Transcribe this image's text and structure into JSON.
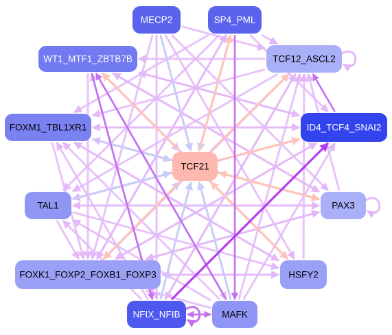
{
  "diagram": {
    "type": "gene regulatory network",
    "nodes": [
      {
        "id": "MECP2",
        "label": "MECP2",
        "fill": "#5a63ee",
        "text_color": "#ffffff"
      },
      {
        "id": "SP4_PML",
        "label": "SP4_PML",
        "fill": "#5a63ee",
        "text_color": "#ffffff"
      },
      {
        "id": "WT1_MTF1_ZBTB7B",
        "label": "WT1_MTF1_ZBTB7B",
        "fill": "#717af0",
        "text_color": "#ffffff"
      },
      {
        "id": "TCF12_ASCL2",
        "label": "TCF12_ASCL2",
        "fill": "#aab0f7",
        "text_color": "#000000"
      },
      {
        "id": "FOXM1_TBL1XR1",
        "label": "FOXM1_TBL1XR1",
        "fill": "#7a82f2",
        "text_color": "#000000"
      },
      {
        "id": "ID4_TCF4_SNAI2",
        "label": "ID4_TCF4_SNAI2",
        "fill": "#3344ee",
        "text_color": "#ffffff"
      },
      {
        "id": "TCF21",
        "label": "TCF21",
        "fill": "#ffb8b0",
        "text_color": "#000000"
      },
      {
        "id": "TAL1",
        "label": "TAL1",
        "fill": "#8f96f4",
        "text_color": "#000000"
      },
      {
        "id": "PAX3",
        "label": "PAX3",
        "fill": "#aab0f7",
        "text_color": "#000000"
      },
      {
        "id": "FOXK1_FOXP2_FOXB1_FOXP3",
        "label": "FOXK1_FOXP2_FOXB1_FOXP3",
        "fill": "#9aa0f5",
        "text_color": "#000000"
      },
      {
        "id": "HSFY2",
        "label": "HSFY2",
        "fill": "#9aa0f5",
        "text_color": "#000000"
      },
      {
        "id": "NFIX_NFIB",
        "label": "NFIX_NFIB",
        "fill": "#4d58ee",
        "text_color": "#ffffff"
      },
      {
        "id": "MAFK",
        "label": "MAFK",
        "fill": "#8e95f4",
        "text_color": "#000000"
      }
    ],
    "edge_colors": {
      "light_purple": "#e3b8f8",
      "purple": "#c471ef",
      "strong_purple": "#b53bf0",
      "light_blue": "#c8cdf8",
      "peach": "#ffc4b8"
    },
    "edges": [
      {
        "from": "MECP2",
        "to": "TCF21",
        "color": "light_blue"
      },
      {
        "from": "MECP2",
        "to": "HSFY2",
        "color": "light_purple"
      },
      {
        "from": "MECP2",
        "to": "PAX3",
        "color": "light_purple"
      },
      {
        "from": "MECP2",
        "to": "FOXK1_FOXP2_FOXB1_FOXP3",
        "color": "light_purple"
      },
      {
        "from": "MECP2",
        "to": "TCF12_ASCL2",
        "color": "light_purple"
      },
      {
        "from": "SP4_PML",
        "to": "TCF21",
        "color": "light_blue"
      },
      {
        "from": "SP4_PML",
        "to": "MAFK",
        "color": "purple"
      },
      {
        "from": "SP4_PML",
        "to": "FOXK1_FOXP2_FOXB1_FOXP3",
        "color": "light_purple"
      },
      {
        "from": "SP4_PML",
        "to": "ID4_TCF4_SNAI2",
        "color": "light_purple"
      },
      {
        "from": "SP4_PML",
        "to": "TCF12_ASCL2",
        "color": "light_purple"
      },
      {
        "from": "SP4_PML",
        "to": "TAL1",
        "color": "light_purple"
      },
      {
        "from": "SP4_PML",
        "to": "FOXM1_TBL1XR1",
        "color": "light_purple"
      },
      {
        "from": "WT1_MTF1_ZBTB7B",
        "to": "TCF21",
        "color": "light_purple"
      },
      {
        "from": "WT1_MTF1_ZBTB7B",
        "to": "NFIX_NFIB",
        "color": "purple"
      },
      {
        "from": "WT1_MTF1_ZBTB7B",
        "to": "HSFY2",
        "color": "light_purple"
      },
      {
        "from": "WT1_MTF1_ZBTB7B",
        "to": "PAX3",
        "color": "light_purple"
      },
      {
        "from": "WT1_MTF1_ZBTB7B",
        "to": "ID4_TCF4_SNAI2",
        "color": "light_purple"
      },
      {
        "from": "WT1_MTF1_ZBTB7B",
        "to": "MAFK",
        "color": "light_purple"
      },
      {
        "from": "TCF12_ASCL2",
        "to": "FOXK1_FOXP2_FOXB1_FOXP3",
        "color": "light_purple"
      },
      {
        "from": "TCF12_ASCL2",
        "to": "NFIX_NFIB",
        "color": "light_purple"
      },
      {
        "from": "TCF12_ASCL2",
        "to": "TAL1",
        "color": "light_purple"
      },
      {
        "from": "TCF12_ASCL2",
        "to": "WT1_MTF1_ZBTB7B",
        "color": "light_purple"
      },
      {
        "from": "TCF12_ASCL2",
        "to": "FOXM1_TBL1XR1",
        "color": "light_purple"
      },
      {
        "from": "TCF21",
        "to": "TCF12_ASCL2",
        "color": "peach"
      },
      {
        "from": "TCF21",
        "to": "SP4_PML",
        "color": "peach"
      },
      {
        "from": "TCF21",
        "to": "WT1_MTF1_ZBTB7B",
        "color": "peach"
      },
      {
        "from": "TCF21",
        "to": "ID4_TCF4_SNAI2",
        "color": "peach"
      },
      {
        "from": "TCF21",
        "to": "PAX3",
        "color": "peach"
      },
      {
        "from": "TCF21",
        "to": "HSFY2",
        "color": "peach"
      },
      {
        "from": "TCF21",
        "to": "FOXK1_FOXP2_FOXB1_FOXP3",
        "color": "peach"
      },
      {
        "from": "FOXM1_TBL1XR1",
        "to": "TCF21",
        "color": "light_blue"
      },
      {
        "from": "FOXM1_TBL1XR1",
        "to": "PAX3",
        "color": "light_purple"
      },
      {
        "from": "FOXM1_TBL1XR1",
        "to": "HSFY2",
        "color": "light_purple"
      },
      {
        "from": "FOXM1_TBL1XR1",
        "to": "ID4_TCF4_SNAI2",
        "color": "light_purple"
      },
      {
        "from": "FOXM1_TBL1XR1",
        "to": "FOXK1_FOXP2_FOXB1_FOXP3",
        "color": "light_purple"
      },
      {
        "from": "ID4_TCF4_SNAI2",
        "to": "TCF12_ASCL2",
        "color": "purple"
      },
      {
        "from": "ID4_TCF4_SNAI2",
        "to": "FOXM1_TBL1XR1",
        "color": "light_purple"
      },
      {
        "from": "ID4_TCF4_SNAI2",
        "to": "FOXK1_FOXP2_FOXB1_FOXP3",
        "color": "light_purple"
      },
      {
        "from": "ID4_TCF4_SNAI2",
        "to": "TAL1",
        "color": "light_purple"
      },
      {
        "from": "ID4_TCF4_SNAI2",
        "to": "WT1_MTF1_ZBTB7B",
        "color": "light_purple"
      },
      {
        "from": "TAL1",
        "to": "TCF21",
        "color": "light_blue"
      },
      {
        "from": "TAL1",
        "to": "HSFY2",
        "color": "light_purple"
      },
      {
        "from": "TAL1",
        "to": "PAX3",
        "color": "light_purple"
      },
      {
        "from": "TAL1",
        "to": "FOXK1_FOXP2_FOXB1_FOXP3",
        "color": "light_purple"
      },
      {
        "from": "TAL1",
        "to": "ID4_TCF4_SNAI2",
        "color": "light_purple"
      },
      {
        "from": "PAX3",
        "to": "TCF21",
        "color": "peach"
      },
      {
        "from": "PAX3",
        "to": "FOXK1_FOXP2_FOXB1_FOXP3",
        "color": "light_purple"
      },
      {
        "from": "PAX3",
        "to": "TAL1",
        "color": "light_purple"
      },
      {
        "from": "PAX3",
        "to": "WT1_MTF1_ZBTB7B",
        "color": "light_purple"
      },
      {
        "from": "PAX3",
        "to": "FOXM1_TBL1XR1",
        "color": "light_purple"
      },
      {
        "from": "PAX3",
        "to": "TCF12_ASCL2",
        "color": "light_purple"
      },
      {
        "from": "FOXK1_FOXP2_FOXB1_FOXP3",
        "to": "TCF21",
        "color": "light_blue"
      },
      {
        "from": "FOXK1_FOXP2_FOXB1_FOXP3",
        "to": "HSFY2",
        "color": "light_purple"
      },
      {
        "from": "FOXK1_FOXP2_FOXB1_FOXP3",
        "to": "TCF12_ASCL2",
        "color": "light_purple"
      },
      {
        "from": "FOXK1_FOXP2_FOXB1_FOXP3",
        "to": "ID4_TCF4_SNAI2",
        "color": "light_purple"
      },
      {
        "from": "FOXK1_FOXP2_FOXB1_FOXP3",
        "to": "PAX3",
        "color": "light_purple"
      },
      {
        "from": "FOXK1_FOXP2_FOXB1_FOXP3",
        "to": "SP4_PML",
        "color": "light_purple"
      },
      {
        "from": "HSFY2",
        "to": "FOXK1_FOXP2_FOXB1_FOXP3",
        "color": "light_purple"
      },
      {
        "from": "HSFY2",
        "to": "FOXM1_TBL1XR1",
        "color": "light_purple"
      },
      {
        "from": "HSFY2",
        "to": "TCF12_ASCL2",
        "color": "light_purple"
      },
      {
        "from": "HSFY2",
        "to": "WT1_MTF1_ZBTB7B",
        "color": "light_purple"
      },
      {
        "from": "HSFY2",
        "to": "TCF21",
        "color": "peach"
      },
      {
        "from": "NFIX_NFIB",
        "to": "TCF21",
        "color": "light_blue"
      },
      {
        "from": "NFIX_NFIB",
        "to": "ID4_TCF4_SNAI2",
        "color": "strong_purple"
      },
      {
        "from": "NFIX_NFIB",
        "to": "MAFK",
        "color": "purple"
      },
      {
        "from": "NFIX_NFIB",
        "to": "FOXM1_TBL1XR1",
        "color": "light_purple"
      },
      {
        "from": "NFIX_NFIB",
        "to": "TCF12_ASCL2",
        "color": "light_purple"
      },
      {
        "from": "NFIX_NFIB",
        "to": "WT1_MTF1_ZBTB7B",
        "color": "light_purple"
      },
      {
        "from": "NFIX_NFIB",
        "to": "TAL1",
        "color": "light_purple"
      },
      {
        "from": "MAFK",
        "to": "TCF21",
        "color": "light_blue"
      },
      {
        "from": "MAFK",
        "to": "NFIX_NFIB",
        "color": "purple"
      },
      {
        "from": "MAFK",
        "to": "FOXK1_FOXP2_FOXB1_FOXP3",
        "color": "light_purple"
      },
      {
        "from": "MAFK",
        "to": "TCF12_ASCL2",
        "color": "light_purple"
      },
      {
        "from": "MAFK",
        "to": "ID4_TCF4_SNAI2",
        "color": "light_purple"
      },
      {
        "from": "MAFK",
        "to": "TAL1",
        "color": "light_purple"
      },
      {
        "from": "MAFK",
        "to": "WT1_MTF1_ZBTB7B",
        "color": "purple"
      },
      {
        "from": "MAFK",
        "to": "FOXM1_TBL1XR1",
        "color": "light_purple"
      },
      {
        "from": "WT1_MTF1_ZBTB7B",
        "to": "FOXK1_FOXP2_FOXB1_FOXP3",
        "color": "light_purple"
      },
      {
        "from": "MECP2",
        "to": "NFIX_NFIB",
        "color": "light_purple"
      }
    ],
    "self_loops": [
      {
        "node": "TCF12_ASCL2",
        "color": "light_purple"
      },
      {
        "node": "PAX3",
        "color": "light_purple"
      },
      {
        "node": "NFIX_NFIB",
        "color": "purple"
      }
    ]
  }
}
